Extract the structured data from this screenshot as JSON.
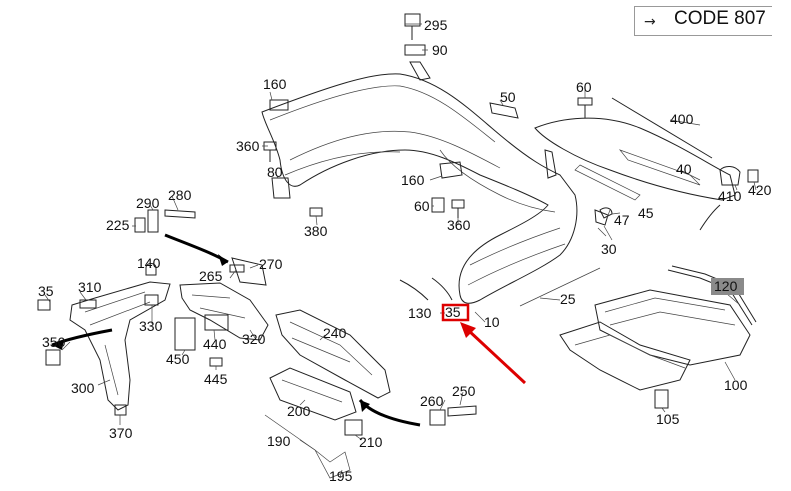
{
  "code": {
    "arrow": "→",
    "label": "CODE 807"
  },
  "parts": [
    {
      "label": "295"
    },
    {
      "label": "90"
    },
    {
      "label": "160"
    },
    {
      "label": "50"
    },
    {
      "label": "60"
    },
    {
      "label": "400"
    },
    {
      "label": "360"
    },
    {
      "label": "80"
    },
    {
      "label": "160"
    },
    {
      "label": "40"
    },
    {
      "label": "410"
    },
    {
      "label": "420"
    },
    {
      "label": "290"
    },
    {
      "label": "280"
    },
    {
      "label": "225"
    },
    {
      "label": "60"
    },
    {
      "label": "47"
    },
    {
      "label": "45"
    },
    {
      "label": "380"
    },
    {
      "label": "360"
    },
    {
      "label": "30"
    },
    {
      "label": "140"
    },
    {
      "label": "270"
    },
    {
      "label": "265"
    },
    {
      "label": "35"
    },
    {
      "label": "310"
    },
    {
      "label": "330"
    },
    {
      "label": "25"
    },
    {
      "label": "120"
    },
    {
      "label": "130"
    },
    {
      "label": "35"
    },
    {
      "label": "10"
    },
    {
      "label": "240"
    },
    {
      "label": "350"
    },
    {
      "label": "450"
    },
    {
      "label": "440"
    },
    {
      "label": "320"
    },
    {
      "label": "445"
    },
    {
      "label": "100"
    },
    {
      "label": "300"
    },
    {
      "label": "260"
    },
    {
      "label": "250"
    },
    {
      "label": "200"
    },
    {
      "label": "370"
    },
    {
      "label": "105"
    },
    {
      "label": "190"
    },
    {
      "label": "210"
    },
    {
      "label": "195"
    }
  ],
  "highlight": {
    "part_label": "35",
    "box_color": "#dd0000",
    "arrow_color": "#dd0000"
  },
  "shaded_label": {
    "part_label": "120",
    "background": "#b0b0b0"
  }
}
